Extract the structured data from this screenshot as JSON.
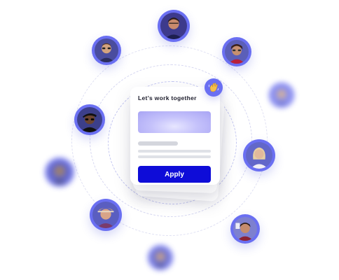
{
  "card": {
    "title": "Let’s work together",
    "apply_label": "Apply"
  },
  "badge": {
    "icon": "waving-hand-icon"
  },
  "colors": {
    "accent": "#6a6ff2",
    "button": "#0e0cd8",
    "banner": "#c5c2fb",
    "orbit": "#c9ccee"
  },
  "avatars": [
    {
      "icon": "person-avatar-top"
    },
    {
      "icon": "person-avatar-upper-left"
    },
    {
      "icon": "person-avatar-upper-right"
    },
    {
      "icon": "person-avatar-right-blurred"
    },
    {
      "icon": "person-avatar-left"
    },
    {
      "icon": "person-avatar-right"
    },
    {
      "icon": "person-avatar-far-left-blurred"
    },
    {
      "icon": "person-avatar-lower-left"
    },
    {
      "icon": "person-avatar-lower-right"
    },
    {
      "icon": "person-avatar-bottom-blurred"
    }
  ]
}
